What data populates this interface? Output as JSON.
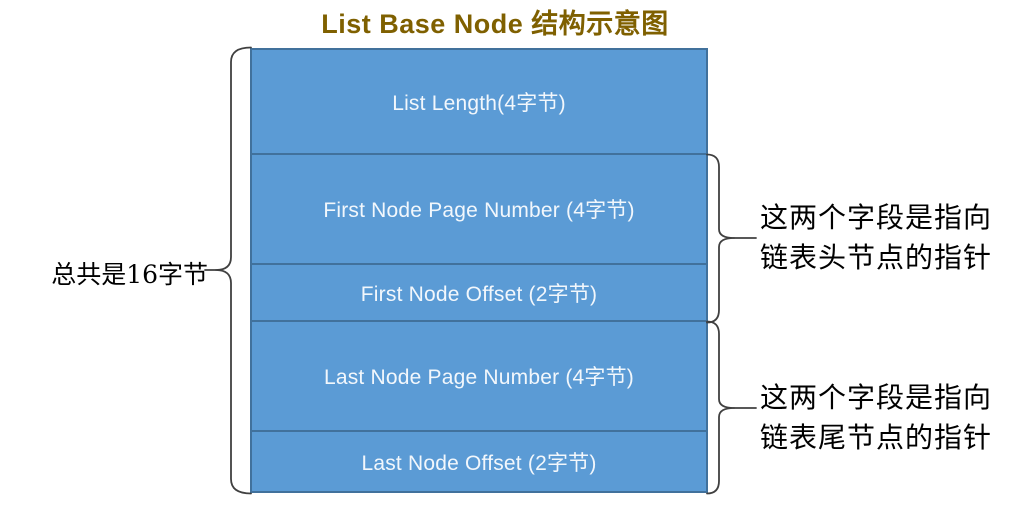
{
  "title": "List Base Node 结构示意图",
  "colors": {
    "background": "#ffffff",
    "title_color": "#7F6000",
    "box_fill": "#5B9BD5",
    "box_border": "#41719C",
    "box_text": "#F2F7FC",
    "brace_color": "#404040",
    "annotation_color": "#000000"
  },
  "fields": [
    {
      "label": "List Length(4字节)",
      "size_bytes": 4
    },
    {
      "label": "First Node Page Number (4字节)",
      "size_bytes": 4
    },
    {
      "label": "First Node Offset (2字节)",
      "size_bytes": 2
    },
    {
      "label": "Last Node Page Number (4字节)",
      "size_bytes": 4
    },
    {
      "label": "Last Node Offset (2字节)",
      "size_bytes": 2
    }
  ],
  "left_annotation": {
    "label": "总共是16字节"
  },
  "right_annotations": [
    {
      "line1": "这两个字段是指向",
      "line2": "链表头节点的指针"
    },
    {
      "line1": "这两个字段是指向",
      "line2": "链表尾节点的指针"
    }
  ]
}
